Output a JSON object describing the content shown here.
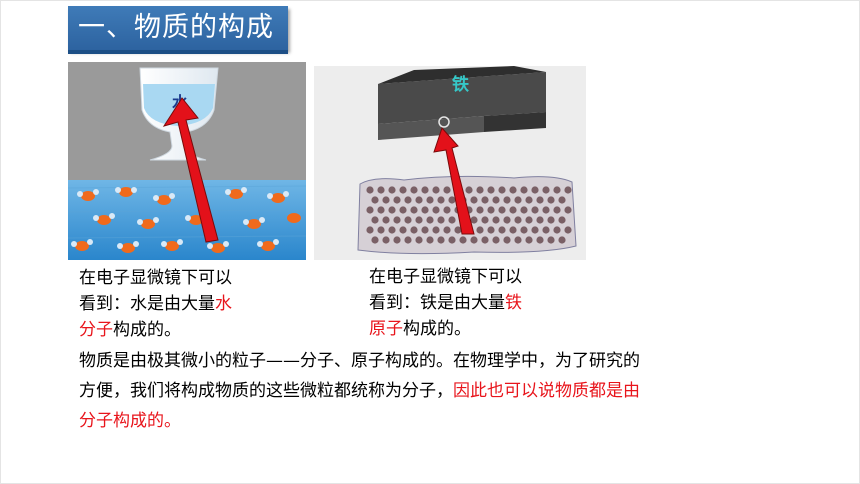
{
  "slide": {
    "title": "一、物质的构成",
    "water_label": "水",
    "iron_label": "铁",
    "caption_water": {
      "line1": "在电子显微镜下可以",
      "line2_pre": "看到：水是由大量",
      "line2_red": "水",
      "line3_red": "分子",
      "line3_post": "构成的。"
    },
    "caption_iron": {
      "line1": "在电子显微镜下可以",
      "line2_pre": "看到：铁是由大量",
      "line2_red": "铁",
      "line3_red": "原子",
      "line3_post": "构成的。"
    },
    "body": {
      "text_black": "物质是由极其微小的粒子——分子、原子构成的。在物理学中，为了研究的方便，我们将构成物质的这些微粒都统称为分子，",
      "text_red": "因此也可以说物质都是由分子构成的。"
    }
  },
  "colors": {
    "title_bg": "#2f67a5",
    "highlight": "#e8141b",
    "arrow": "#e3111a"
  }
}
